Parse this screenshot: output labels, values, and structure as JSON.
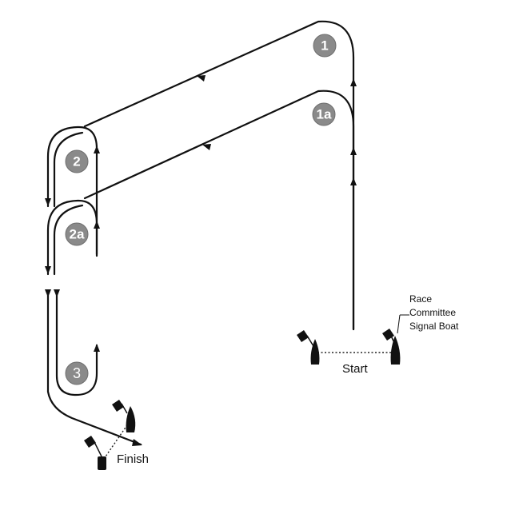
{
  "marks": [
    {
      "id": "mark-1",
      "label": "1"
    },
    {
      "id": "mark-1a",
      "label": "1a"
    },
    {
      "id": "mark-2",
      "label": "2"
    },
    {
      "id": "mark-2a",
      "label": "2a"
    },
    {
      "id": "mark-3",
      "label": "3"
    }
  ],
  "labels": {
    "start": "Start",
    "finish": "Finish",
    "signal_boat_line1": "Race",
    "signal_boat_line2": "Committee",
    "signal_boat_line3": "Signal Boat"
  },
  "colors": {
    "course_line": "#111111",
    "mark_badge": "#8a8a8a"
  }
}
